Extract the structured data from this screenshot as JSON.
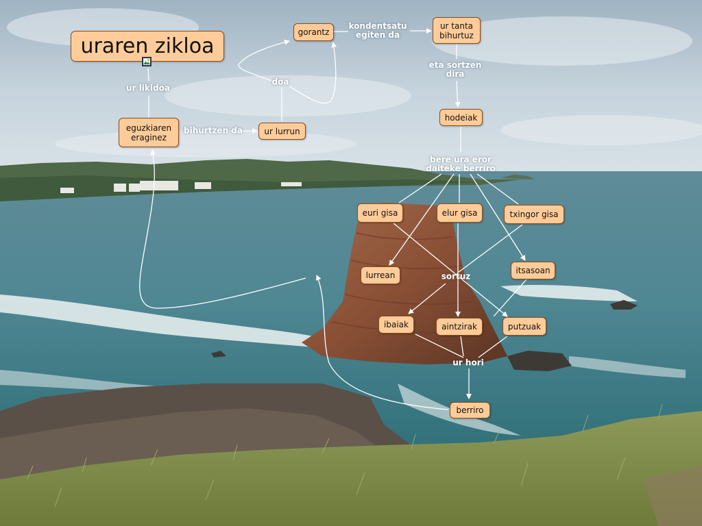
{
  "map": {
    "title": "uraren zikloa",
    "nodes": {
      "gorantz": "gorantz",
      "ur_tanta": "ur tanta\nbihurtuz",
      "hodeiak": "hodeiak",
      "eguzkiaren": "eguzkiaren\neraginez",
      "ur_lurrun": "ur lurrun",
      "euri_gisa": "euri gisa",
      "elur_gisa": "elur gisa",
      "txingor_gisa": "txingor gisa",
      "lurrean": "lurrean",
      "itsasoan": "itsasoan",
      "ibaiak": "ibaiak",
      "aintzirak": "aintzirak",
      "putzuak": "putzuak",
      "berriro": "berriro"
    },
    "links": {
      "kondentsatu": "kondentsatu\negiten da",
      "eta_sortzen": "eta sortzen\ndira",
      "bere_ura": "bere ura eror\ndaiteke berriro",
      "doa": "doa",
      "bihurtzen": "bihurtzen da",
      "ur_likidoa": "ur likidoa",
      "sortuz": "sortuz",
      "ur_hori": "ur hori"
    },
    "icon": "image-icon"
  }
}
